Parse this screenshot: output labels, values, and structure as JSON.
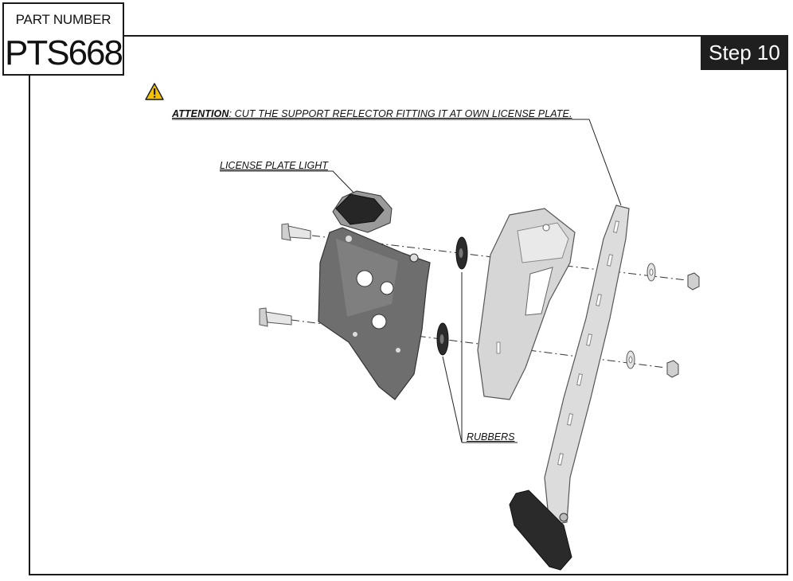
{
  "part": {
    "label": "PART NUMBER",
    "value": "PTS668"
  },
  "step": {
    "label": "Step 10"
  },
  "note": {
    "prefix": "ATTENTION",
    "text": ": CUT THE SUPPORT REFLECTOR FITTING IT AT OWN LICENSE PLATE."
  },
  "callouts": {
    "light": "LICENSE PLATE LIGHT",
    "rubbers": "RUBBERS"
  },
  "icons": {
    "warning": "warning-triangle-icon"
  },
  "colors": {
    "warning": "#f2c200",
    "frame": "#1a1a1a",
    "step_bg": "#1f1f1f"
  }
}
